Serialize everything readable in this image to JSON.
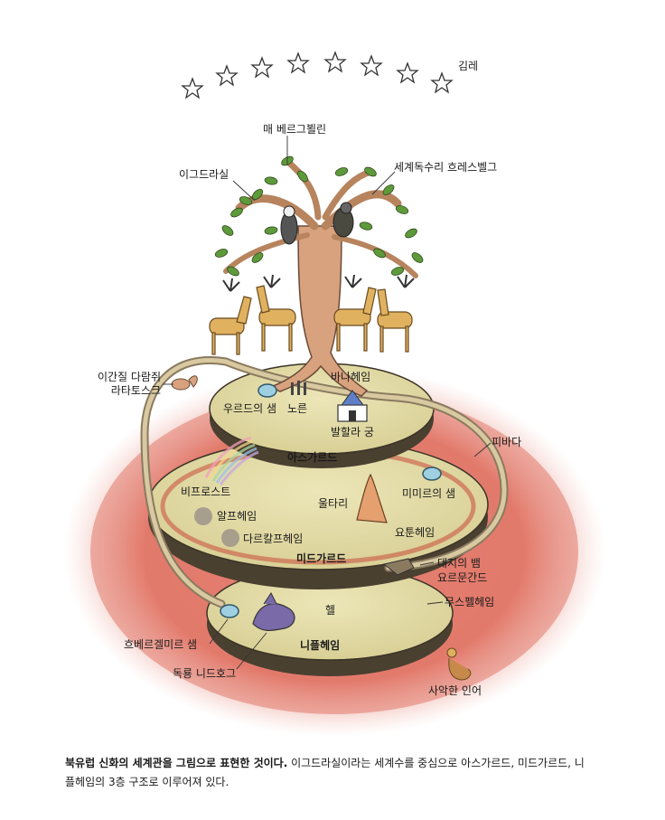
{
  "labels": {
    "gimle": "김레",
    "hawk": "매 베르그뵐린",
    "yggdrasil": "이그드라실",
    "eagle": "세계독수리 흐레스벨그",
    "squirrel_line1": "이간질 다람쥐",
    "squirrel_line2": "라타토스크",
    "vanaheim": "바나헤임",
    "urd_well": "우르드의 샘",
    "norns": "노른",
    "valhalla": "발할라 궁",
    "asgard": "아스가르드",
    "sea": "피바다",
    "bifrost": "비프로스트",
    "ultari": "울타리",
    "mimir_well": "미미르의 샘",
    "alfheim": "알프헤임",
    "jotunheim": "요툰헤임",
    "svartalfheim": "다르칼프헤임",
    "midgard": "미드가르드",
    "serpent_line1": "대지의 뱀",
    "serpent_line2": "요르문간드",
    "hel": "헬",
    "muspelheim": "무스펠헤임",
    "hvergelmir": "흐베르겔미르 샘",
    "niflheim": "니플헤임",
    "nidhogg": "독룡 니드호그",
    "mermaid": "사악한 인어"
  },
  "caption": {
    "bold": "북유럽 신화의 세계관을 그림으로 표현한 것이다.",
    "rest": " 이그드라실이라는 세계수를 중심으로 아스가르드, 미드가르드, 니플헤임의 3층 구조로 이루어져 있다."
  },
  "colors": {
    "sea": "#e2786a",
    "disk_top": "#e6dfaa",
    "disk_edge": "#4a4030",
    "trunk": "#d8a27e",
    "leaf": "#5e9a3a",
    "deer": "#e0b260",
    "well": "#9fd0e2",
    "dragon": "#7a6aa8"
  }
}
